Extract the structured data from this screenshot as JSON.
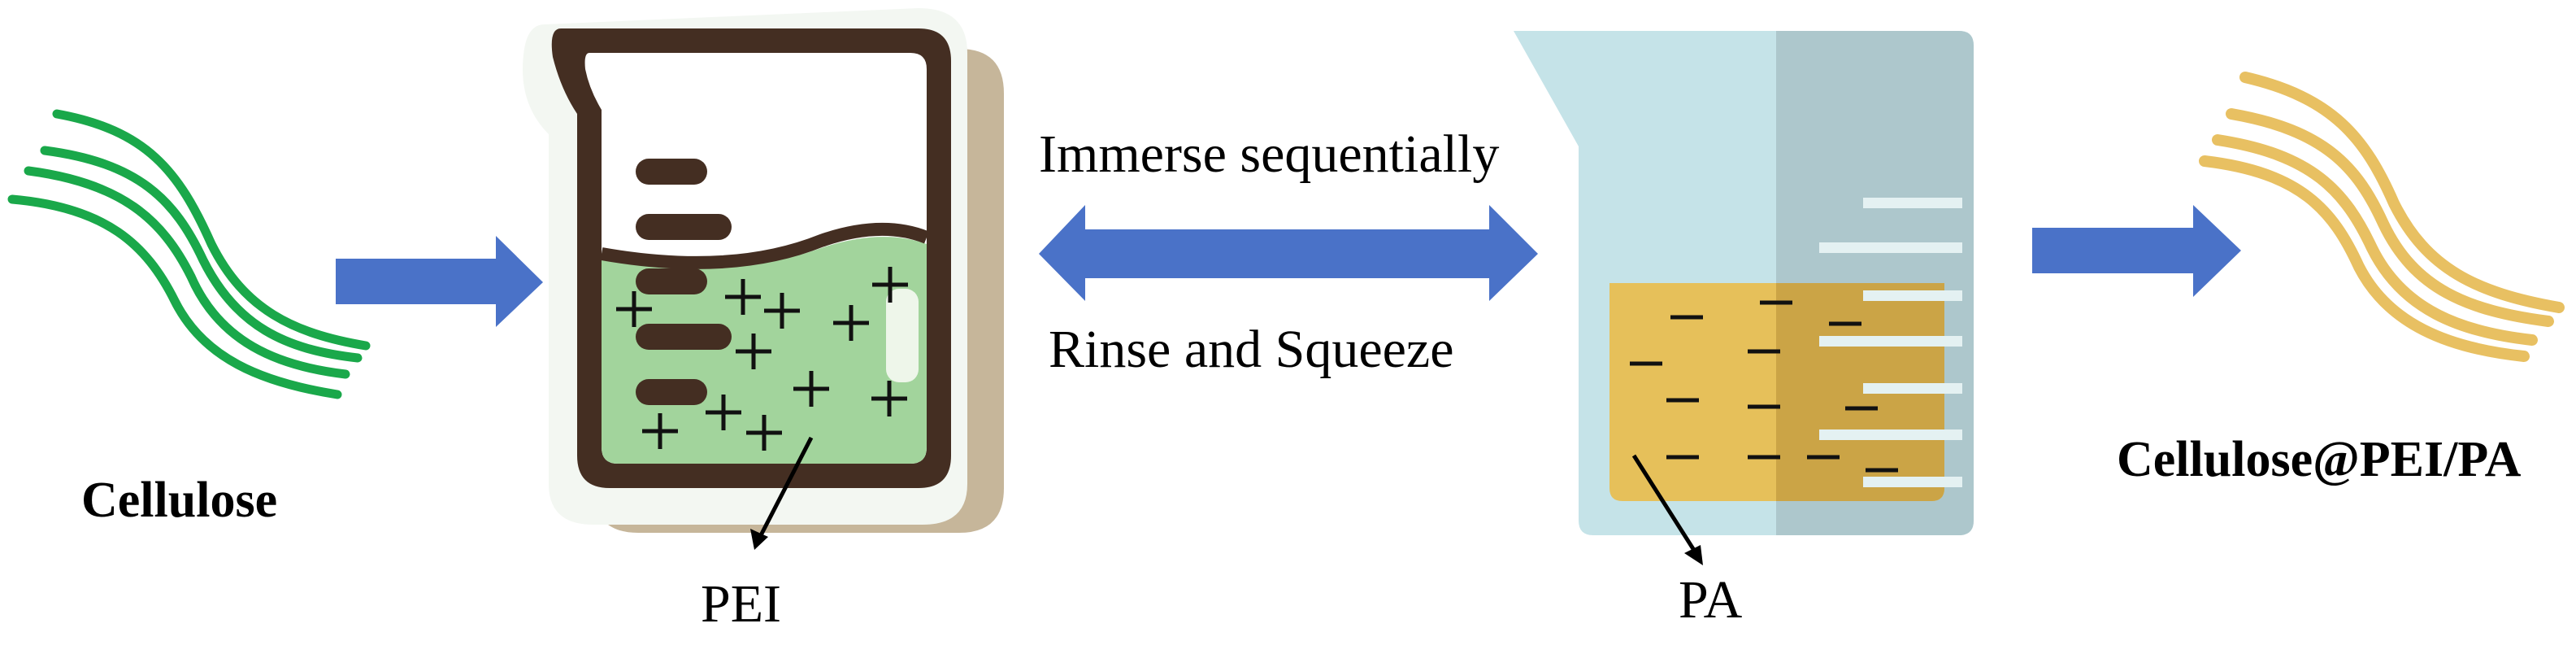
{
  "labels": {
    "cellulose": "Cellulose",
    "pei": "PEI",
    "pa": "PA",
    "immerse": "Immerse sequentially",
    "rinse": "Rinse and Squeeze",
    "product": "Cellulose@PEI/PA"
  },
  "colors": {
    "cellulose_fiber": "#1aa84a",
    "product_fiber": "#e8c062",
    "arrow": "#4a72c8",
    "beaker_outline": "#442e22",
    "pei_liquid": "#a2d49c",
    "pa_liquid": "#e6c05a",
    "pa_beaker": "#c5e3e8"
  },
  "icons": {
    "left_beaker": "beaker-icon",
    "right_beaker": "measuring-beaker-icon",
    "fibers": "fiber-bundle-icon"
  }
}
